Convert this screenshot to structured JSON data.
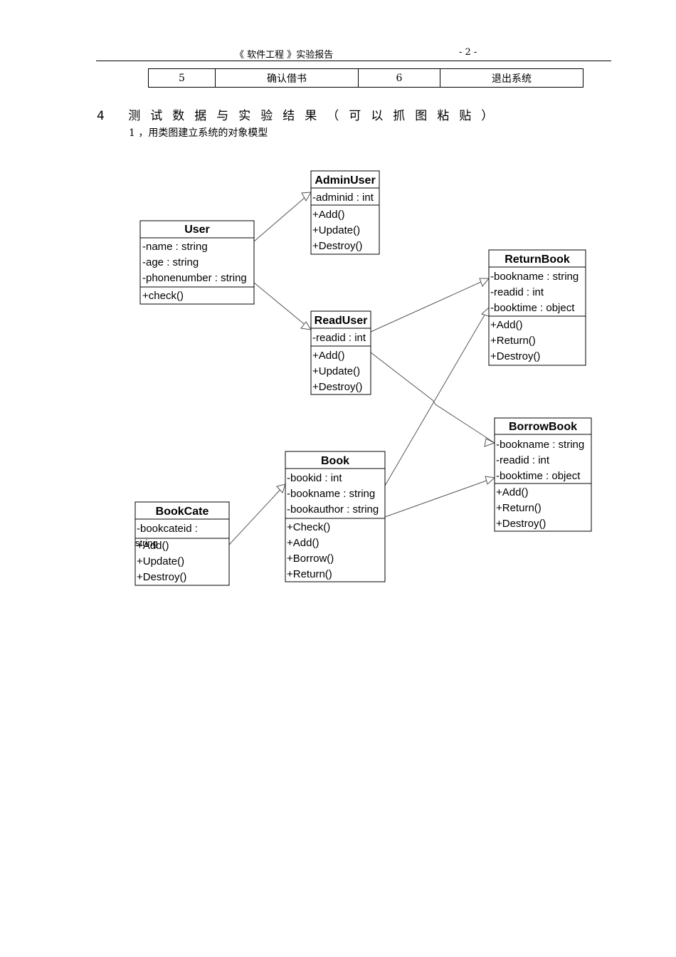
{
  "header": {
    "title": "《 软件工程 》实验报告",
    "page": "- 2 -"
  },
  "steps_row": [
    "5",
    "确认借书",
    "6",
    "退出系统"
  ],
  "section": {
    "heading": "4 测试数据与实验结果（可以抓图粘贴）",
    "subheading": "1 ，用类图建立系统的对象模型"
  },
  "diagram": {
    "classes": {
      "admin_user": {
        "name": "AdminUser",
        "attributes": [
          "-adminid : int"
        ],
        "operations": [
          "+Add()",
          "+Update()",
          "+Destroy()"
        ]
      },
      "user": {
        "name": "User",
        "attributes": [
          "-name : string",
          "-age : string",
          "-phonenumber : string"
        ],
        "operations": [
          "+check()"
        ]
      },
      "return_book": {
        "name": "ReturnBook",
        "attributes": [
          "-bookname : string",
          "-readid : int",
          "-booktime : object"
        ],
        "operations": [
          "+Add()",
          "+Return()",
          "+Destroy()"
        ]
      },
      "read_user": {
        "name": "ReadUser",
        "attributes": [
          "-readid : int"
        ],
        "operations": [
          "+Add()",
          "+Update()",
          "+Destroy()"
        ]
      },
      "borrow_book": {
        "name": "BorrowBook",
        "attributes": [
          "-bookname : string",
          "-readid : int",
          "-booktime : object"
        ],
        "operations": [
          "+Add()",
          "+Return()",
          "+Destroy()"
        ]
      },
      "book": {
        "name": "Book",
        "attributes": [
          "-bookid : int",
          "-bookname : string",
          "-bookauthor : string"
        ],
        "operations": [
          "+Check()",
          "+Add()",
          "+Borrow()",
          "+Return()"
        ]
      },
      "book_cate": {
        "name": "BookCate",
        "attributes": [
          "-bookcateid :",
          "string"
        ],
        "operations": [
          "+Add()",
          "+Update()",
          "+Destroy()"
        ]
      }
    }
  }
}
